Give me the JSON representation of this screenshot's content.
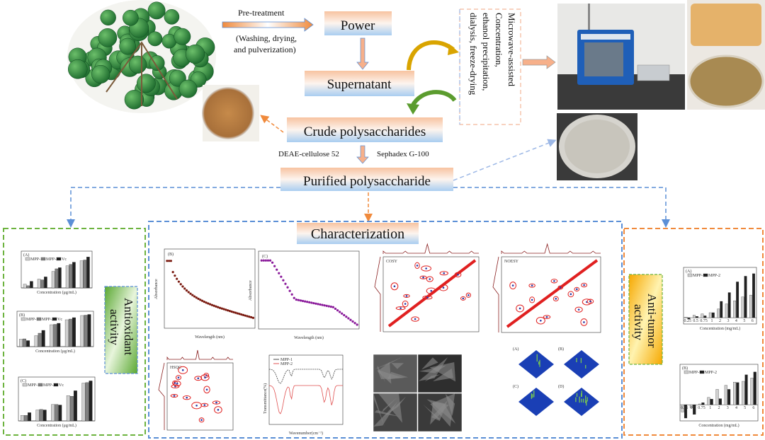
{
  "flow": {
    "pretreatment": "Pre-treatment",
    "pretreatment_detail_1": "(Washing, drying,",
    "pretreatment_detail_2": "and pulverization)",
    "power": "Power",
    "supernatant": "Supernatant",
    "process_lines": [
      "Microwave-assisted",
      "Concentration,",
      "ethanol precipitation,",
      "dialysis, freeze-drying"
    ],
    "crude": "Crude polysaccharides",
    "deae": "DEAE-cellulose  52",
    "sephadex": "Sephadex G-100",
    "purified": "Purified polysaccharide"
  },
  "sections": {
    "antioxidant_1": "Antioxidant",
    "antioxidant_2": "activity",
    "characterization": "Characterization",
    "antitumor_1": "Anti-tumor",
    "antitumor_2": "activity"
  },
  "colors": {
    "orange": "#f08a3c",
    "blue": "#5b8fd6",
    "green": "#6db33f",
    "yellow": "#f7b500"
  },
  "antioxidant_charts": [
    {
      "panel": "(A)",
      "legend": [
        "MPP-1",
        "MPP-2",
        "Vc"
      ],
      "xlabel": "Concentration (μg/mL)",
      "max": 100,
      "values": [
        [
          10,
          6,
          18
        ],
        [
          24,
          22,
          30
        ],
        [
          45,
          52,
          55
        ],
        [
          60,
          64,
          70
        ],
        [
          74,
          76,
          84
        ]
      ]
    },
    {
      "panel": "(B)",
      "legend": [
        "MPP-1",
        "MPP-2",
        "Vc"
      ],
      "xlabel": "Concentration (μg/mL)",
      "max": 100,
      "values": [
        [
          21,
          22,
          17
        ],
        [
          31,
          38,
          46
        ],
        [
          62,
          63,
          66
        ],
        [
          76,
          78,
          82
        ],
        [
          88,
          89,
          91
        ]
      ]
    },
    {
      "panel": "(C)",
      "legend": [
        "MPP-1",
        "MPP-2",
        "Vc"
      ],
      "xlabel": "Concentration (μg/mL)",
      "max": 0.8,
      "values": [
        [
          0.1,
          0.1,
          0.15
        ],
        [
          0.2,
          0.21,
          0.2
        ],
        [
          0.3,
          0.3,
          0.29
        ],
        [
          0.46,
          0.45,
          0.55
        ],
        [
          0.69,
          0.7,
          0.73
        ]
      ]
    }
  ],
  "antitumor_charts": [
    {
      "panel": "(A)",
      "legend": [
        "MPP-1",
        "MPP-2"
      ],
      "xlabel": "Concentration (mg/mL)",
      "min": -10,
      "max": 80,
      "categories": [
        "0.25",
        "0.5",
        "0.75",
        "1",
        "2",
        "3",
        "4",
        "5",
        "6"
      ],
      "values": [
        [
          1,
          -2
        ],
        [
          4,
          2
        ],
        [
          6,
          3
        ],
        [
          8,
          8
        ],
        [
          14,
          26
        ],
        [
          22,
          40
        ],
        [
          27,
          57
        ],
        [
          33,
          66
        ],
        [
          36,
          70
        ]
      ]
    },
    {
      "panel": "(B)",
      "legend": [
        "MPP-1",
        "MPP-2"
      ],
      "xlabel": "Concentration (mg/mL)",
      "min": -4,
      "max": 10,
      "categories": [
        "0.25",
        "0.5",
        "0.75",
        "1",
        "2",
        "3",
        "4",
        "5",
        "6"
      ],
      "values": [
        [
          -1.8,
          -3.3
        ],
        [
          -0.7,
          -2.4
        ],
        [
          0.2,
          0.5
        ],
        [
          1.8,
          1.4
        ],
        [
          3.8,
          1.5
        ],
        [
          4.8,
          3.8
        ],
        [
          5.6,
          5.5
        ],
        [
          5.8,
          7.4
        ],
        [
          6.6,
          8.1
        ]
      ]
    }
  ],
  "characterization": {
    "uv_b": {
      "panel": "(B)",
      "xlabel": "Wavelength (nm)",
      "ylabel": "Absorbance"
    },
    "uv_c": {
      "panel": "(C)",
      "xlabel": "Wavelength (nm)",
      "ylabel": "Absorbance"
    },
    "cosy": "COSY",
    "noesy": "NOESY",
    "hsqc": "HSQC",
    "ftir": {
      "legend": [
        "MPP-1",
        "MPP-2"
      ],
      "xlabel": "Wavenumber(cm⁻¹)",
      "ylabel": "Transmittance(%)"
    },
    "afm_panels": [
      "(A)",
      "(B)",
      "(C)",
      "(D)"
    ]
  }
}
